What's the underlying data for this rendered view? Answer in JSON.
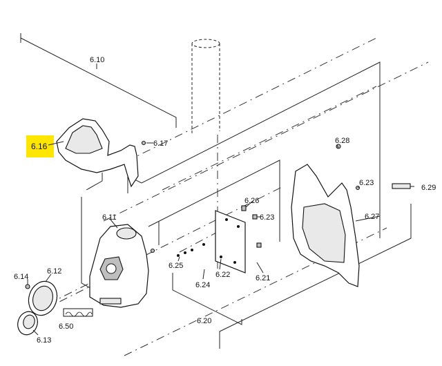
{
  "highlight_color": "#ffe600",
  "labels": {
    "p610": "6.10",
    "p611": "6.11",
    "p612": "6.12",
    "p613": "6.13",
    "p614": "6.14",
    "p616": "6.16",
    "p617": "6.17",
    "p620": "6.20",
    "p621": "6.21",
    "p622": "6.22",
    "p623a": "6.23",
    "p623b": "6.23",
    "p624": "6.24",
    "p625": "6.25",
    "p626": "6.26",
    "p627": "6.27",
    "p628": "6.28",
    "p629": "6.29",
    "p650": "6.50"
  }
}
